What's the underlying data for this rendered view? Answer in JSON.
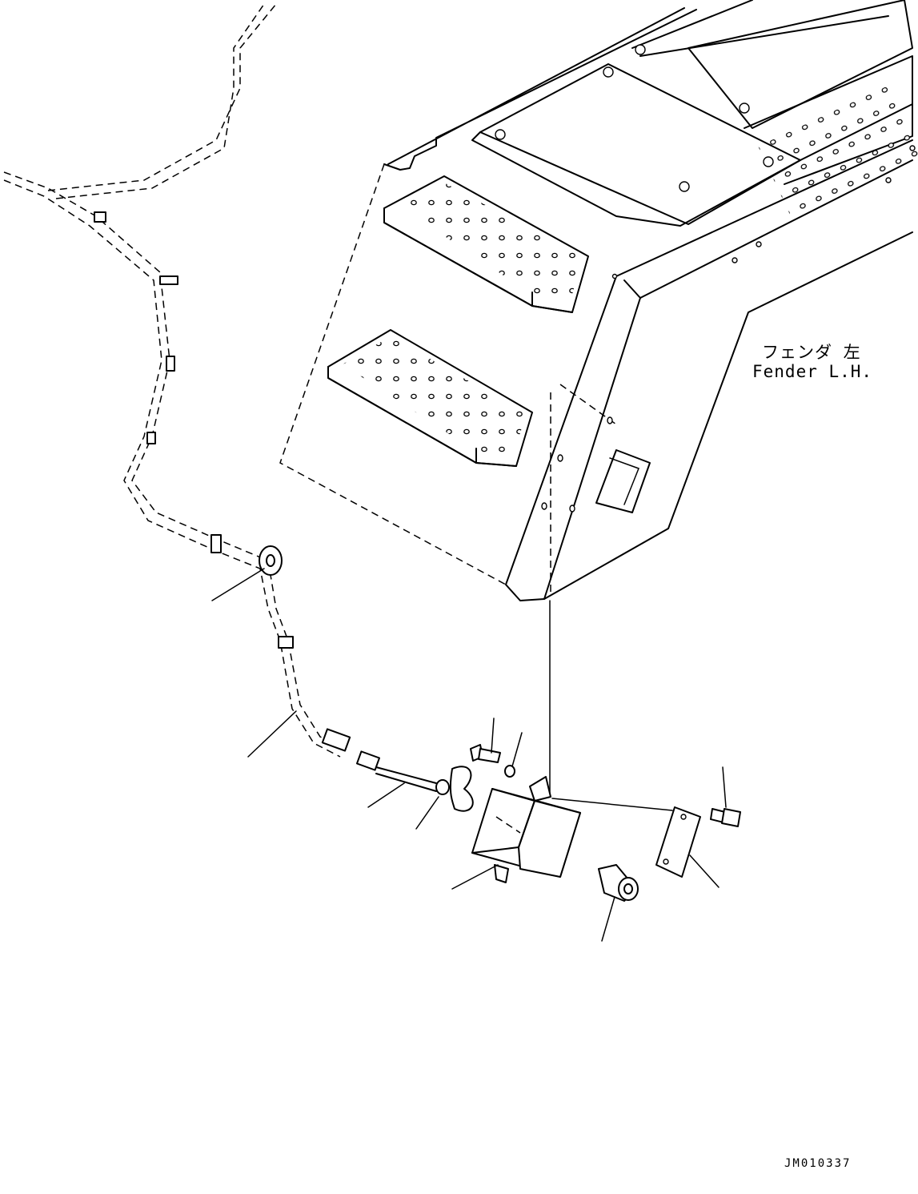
{
  "labels": {
    "fender_jp": "フェンダ 左",
    "fender_en": "Fender L.H."
  },
  "drawing_number": "JM010337"
}
